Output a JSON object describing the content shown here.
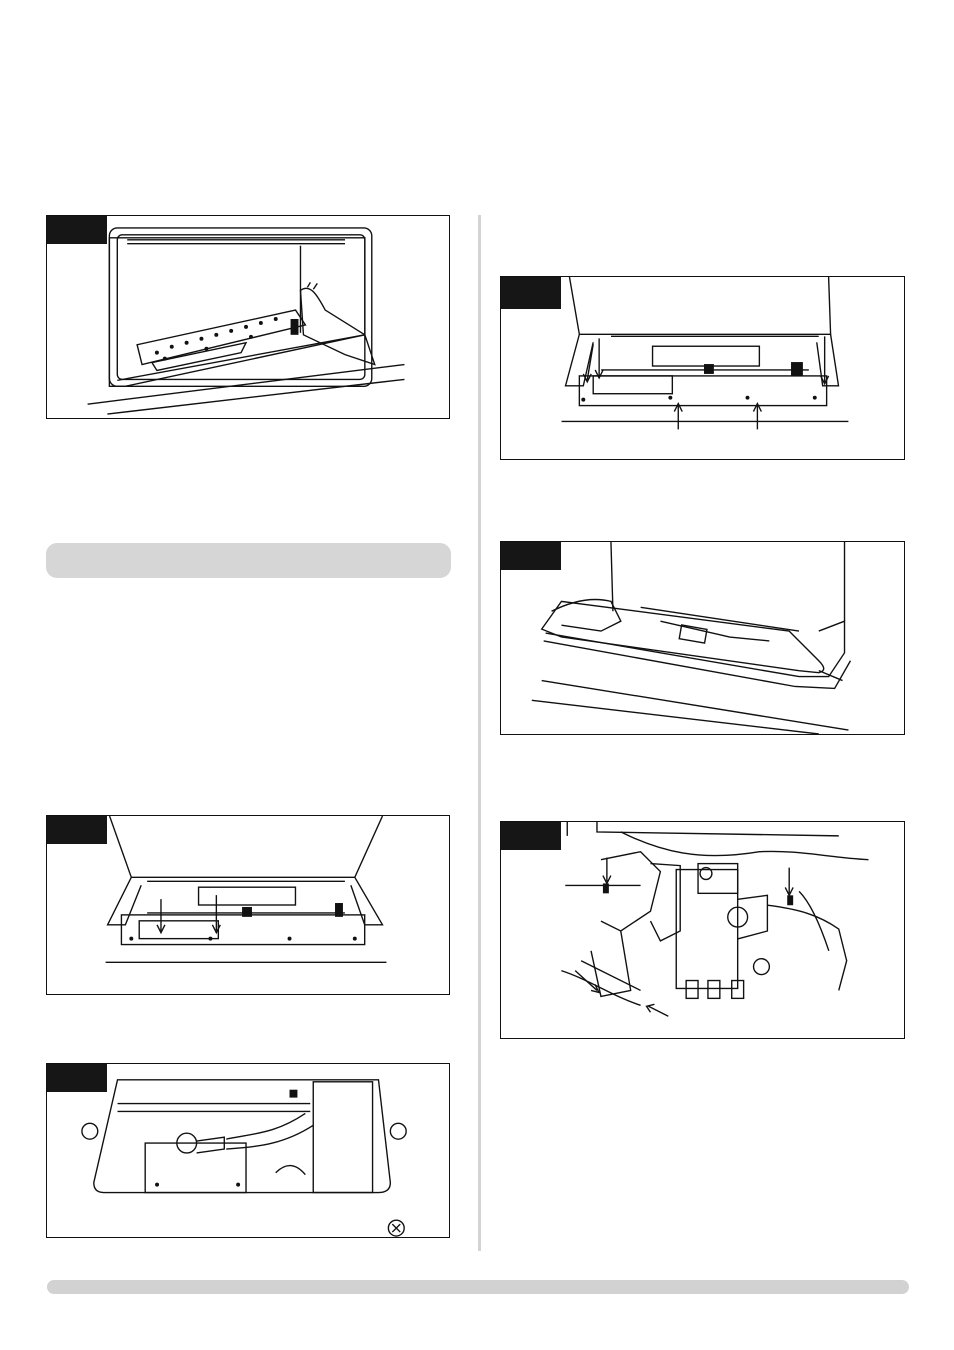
{
  "page": {
    "figures": [
      {
        "id": "fig-1",
        "label": "",
        "subject": "log-set-removal"
      },
      {
        "id": "fig-2",
        "label": "",
        "subject": "burner-tray-screws"
      },
      {
        "id": "fig-3",
        "label": "",
        "subject": "burner-tray-front-screws"
      },
      {
        "id": "fig-4",
        "label": "",
        "subject": "burner-tray-lifting"
      },
      {
        "id": "fig-5",
        "label": "",
        "subject": "control-valve-wiring"
      },
      {
        "id": "fig-6",
        "label": "",
        "subject": "valve-access-panel"
      }
    ],
    "section_heading": "",
    "colors": {
      "figure_tab": "#161616",
      "heading_bar": "#d6d6d6",
      "divider": "#d4d4d4",
      "line_art": "#111111"
    }
  }
}
